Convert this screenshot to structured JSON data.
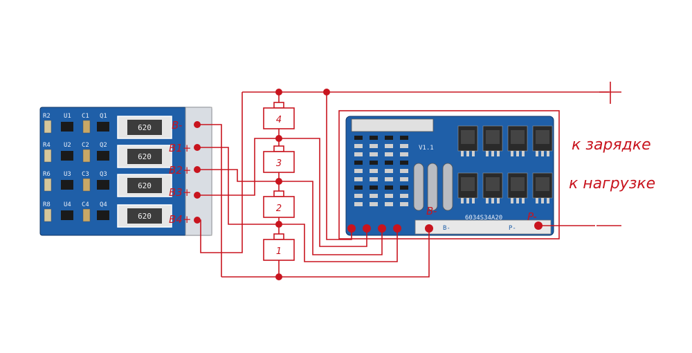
{
  "balancer": {
    "resistor_value": "620",
    "pins": [
      "B-",
      "B1+",
      "B2+",
      "B3+",
      "B4+"
    ],
    "rows": [
      {
        "r": "R2",
        "u": "U1",
        "c": "C1",
        "q": "Q1"
      },
      {
        "r": "R4",
        "u": "U2",
        "c": "C2",
        "q": "Q2"
      },
      {
        "r": "R6",
        "u": "U3",
        "c": "C3",
        "q": "Q3"
      },
      {
        "r": "R8",
        "u": "U4",
        "c": "C4",
        "q": "Q4"
      }
    ]
  },
  "cells": [
    "4",
    "3",
    "2",
    "1"
  ],
  "bms": {
    "version": "V1.1",
    "code": "6034S34A20",
    "pad_b": "B-",
    "pad_p": "P-",
    "label_b": "B-",
    "label_p": "P-"
  },
  "terminals": {
    "plus": "+",
    "minus": "—"
  },
  "labels": {
    "charge": "к зарядке",
    "load": "к нагрузке"
  },
  "colors": {
    "wire": "#c8141e",
    "pcb": "#1f5fa8"
  }
}
